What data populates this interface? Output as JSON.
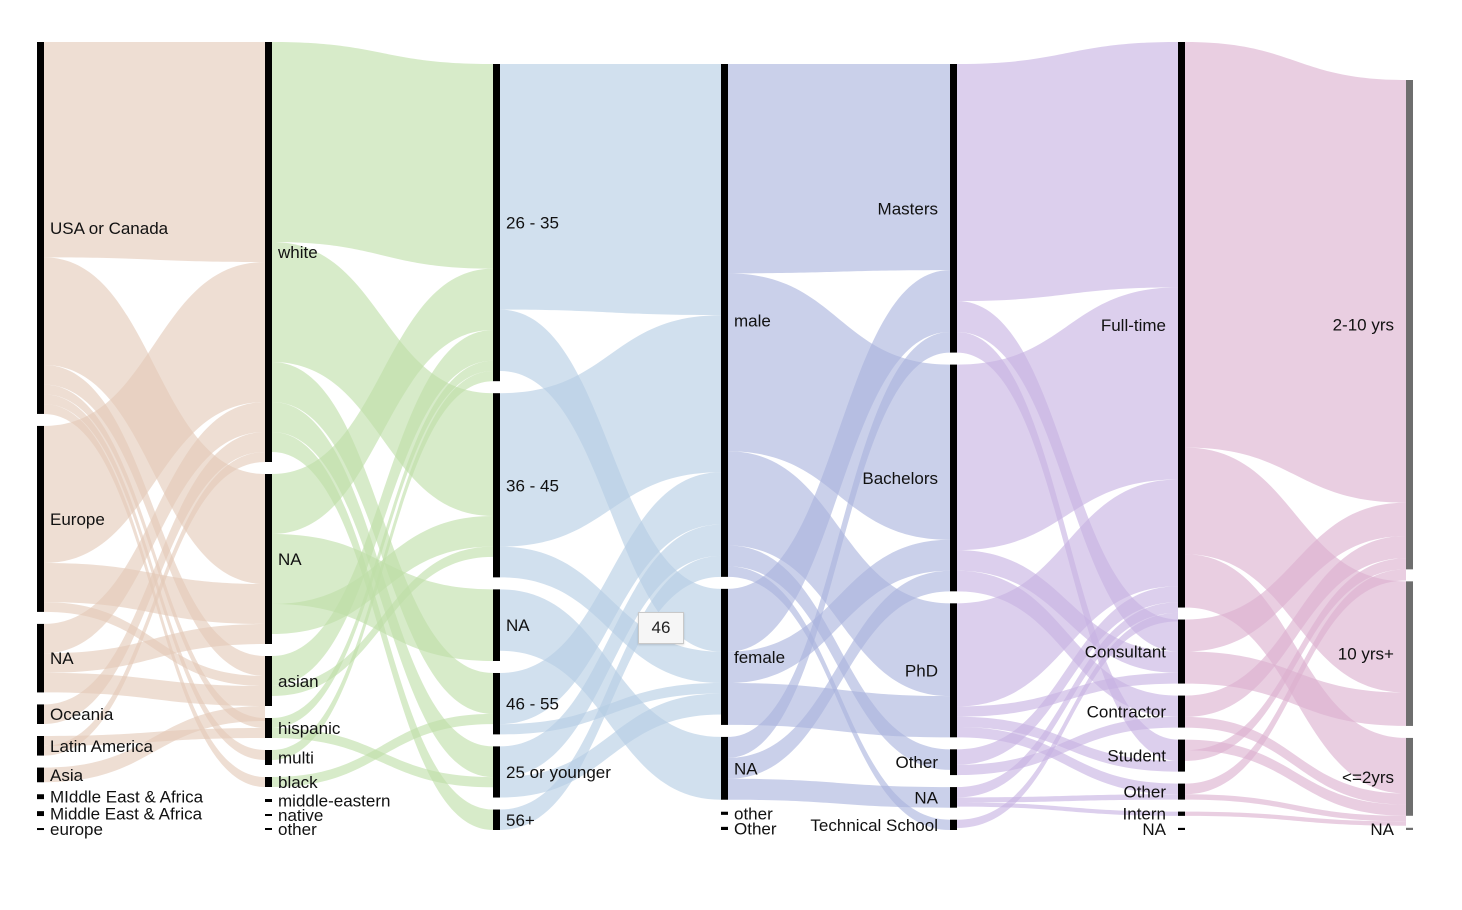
{
  "chart_data": {
    "type": "sankey",
    "title": "",
    "colors": {
      "region": "#e3c9b8",
      "ethnicity": "#bfdfa8",
      "age": "#b4cde3",
      "gender": "#aab3dd",
      "education": "#c6b2e2",
      "employment": "#dcb0cf",
      "experience_bar": "#6e6e6e",
      "node_bar": "#000000"
    },
    "columns": [
      {
        "key": "region",
        "nodes": [
          {
            "name": "USA or Canada",
            "value": 38
          },
          {
            "name": "Europe",
            "value": 19
          },
          {
            "name": "NA",
            "value": 7
          },
          {
            "name": "Oceania",
            "value": 2
          },
          {
            "name": "Latin America",
            "value": 2
          },
          {
            "name": "Asia",
            "value": 1.5
          },
          {
            "name": "MIddle East & Africa",
            "value": 0.5
          },
          {
            "name": "Middle East & Africa",
            "value": 0.5
          },
          {
            "name": "europe",
            "value": 0.2
          }
        ]
      },
      {
        "key": "ethnicity",
        "nodes": [
          {
            "name": "white",
            "value": 42
          },
          {
            "name": "NA",
            "value": 17
          },
          {
            "name": "asian",
            "value": 5
          },
          {
            "name": "hispanic",
            "value": 2
          },
          {
            "name": "multi",
            "value": 1.5
          },
          {
            "name": "black",
            "value": 1
          },
          {
            "name": "middle-eastern",
            "value": 0.3
          },
          {
            "name": "native",
            "value": 0.2
          },
          {
            "name": "other",
            "value": 0.2
          }
        ]
      },
      {
        "key": "age",
        "nodes": [
          {
            "name": "26 - 35",
            "value": 31
          },
          {
            "name": "36 - 45",
            "value": 18
          },
          {
            "name": "NA",
            "value": 7
          },
          {
            "name": "46 - 55",
            "value": 6
          },
          {
            "name": "25 or younger",
            "value": 5
          },
          {
            "name": "56+",
            "value": 2
          }
        ]
      },
      {
        "key": "gender",
        "nodes": [
          {
            "name": "male",
            "value": 49
          },
          {
            "name": "female",
            "value": 13
          },
          {
            "name": "NA",
            "value": 6
          },
          {
            "name": "other",
            "value": 0.3
          },
          {
            "name": "Other",
            "value": 0.3
          }
        ]
      },
      {
        "key": "education",
        "nodes": [
          {
            "name": "Masters",
            "value": 28
          },
          {
            "name": "Bachelors",
            "value": 22
          },
          {
            "name": "PhD",
            "value": 13
          },
          {
            "name": "Other",
            "value": 2.5
          },
          {
            "name": "NA",
            "value": 2
          },
          {
            "name": "Technical School",
            "value": 1
          }
        ]
      },
      {
        "key": "employment",
        "nodes": [
          {
            "name": "Full-time",
            "value": 53
          },
          {
            "name": "Consultant",
            "value": 6
          },
          {
            "name": "Contractor",
            "value": 3
          },
          {
            "name": "Student",
            "value": 3
          },
          {
            "name": "Other",
            "value": 1.5
          },
          {
            "name": "Intern",
            "value": 0.4
          },
          {
            "name": "NA",
            "value": 0.2
          }
        ]
      },
      {
        "key": "experience",
        "nodes": [
          {
            "name": "2-10 yrs",
            "value": 44
          },
          {
            "name": "10 yrs+",
            "value": 13
          },
          {
            "name": "<=2yrs",
            "value": 7
          },
          {
            "name": "NA",
            "value": 0.2
          }
        ]
      }
    ],
    "links": [
      {
        "col": 0,
        "from": "USA or Canada",
        "to": "white",
        "value": 22
      },
      {
        "col": 0,
        "from": "USA or Canada",
        "to": "NA",
        "value": 11
      },
      {
        "col": 0,
        "from": "USA or Canada",
        "to": "asian",
        "value": 2
      },
      {
        "col": 0,
        "from": "USA or Canada",
        "to": "hispanic",
        "value": 1
      },
      {
        "col": 0,
        "from": "USA or Canada",
        "to": "multi",
        "value": 1
      },
      {
        "col": 0,
        "from": "USA or Canada",
        "to": "black",
        "value": 1
      },
      {
        "col": 0,
        "from": "Europe",
        "to": "white",
        "value": 14
      },
      {
        "col": 0,
        "from": "Europe",
        "to": "NA",
        "value": 4
      },
      {
        "col": 0,
        "from": "Europe",
        "to": "asian",
        "value": 1
      },
      {
        "col": 0,
        "from": "NA",
        "to": "white",
        "value": 3
      },
      {
        "col": 0,
        "from": "NA",
        "to": "NA",
        "value": 2
      },
      {
        "col": 0,
        "from": "NA",
        "to": "asian",
        "value": 2
      },
      {
        "col": 0,
        "from": "Oceania",
        "to": "white",
        "value": 2
      },
      {
        "col": 0,
        "from": "Latin America",
        "to": "hispanic",
        "value": 1
      },
      {
        "col": 0,
        "from": "Latin America",
        "to": "white",
        "value": 1
      },
      {
        "col": 0,
        "from": "Asia",
        "to": "asian",
        "value": 1.5
      },
      {
        "col": 1,
        "from": "white",
        "to": "26 - 35",
        "value": 20
      },
      {
        "col": 1,
        "from": "white",
        "to": "36 - 45",
        "value": 12
      },
      {
        "col": 1,
        "from": "white",
        "to": "46 - 55",
        "value": 4
      },
      {
        "col": 1,
        "from": "white",
        "to": "25 or younger",
        "value": 3
      },
      {
        "col": 1,
        "from": "white",
        "to": "56+",
        "value": 2
      },
      {
        "col": 1,
        "from": "NA",
        "to": "26 - 35",
        "value": 6
      },
      {
        "col": 1,
        "from": "NA",
        "to": "NA",
        "value": 7
      },
      {
        "col": 1,
        "from": "NA",
        "to": "36 - 45",
        "value": 3
      },
      {
        "col": 1,
        "from": "asian",
        "to": "26 - 35",
        "value": 3
      },
      {
        "col": 1,
        "from": "asian",
        "to": "36 - 45",
        "value": 1
      },
      {
        "col": 1,
        "from": "hispanic",
        "to": "26 - 35",
        "value": 1
      },
      {
        "col": 1,
        "from": "hispanic",
        "to": "25 or younger",
        "value": 1
      },
      {
        "col": 1,
        "from": "multi",
        "to": "26 - 35",
        "value": 1
      },
      {
        "col": 1,
        "from": "black",
        "to": "46 - 55",
        "value": 1
      },
      {
        "col": 2,
        "from": "26 - 35",
        "to": "male",
        "value": 24
      },
      {
        "col": 2,
        "from": "26 - 35",
        "to": "female",
        "value": 6
      },
      {
        "col": 2,
        "from": "36 - 45",
        "to": "male",
        "value": 15
      },
      {
        "col": 2,
        "from": "36 - 45",
        "to": "female",
        "value": 3
      },
      {
        "col": 2,
        "from": "NA",
        "to": "NA",
        "value": 6
      },
      {
        "col": 2,
        "from": "46 - 55",
        "to": "male",
        "value": 5
      },
      {
        "col": 2,
        "from": "46 - 55",
        "to": "female",
        "value": 1
      },
      {
        "col": 2,
        "from": "25 or younger",
        "to": "male",
        "value": 3
      },
      {
        "col": 2,
        "from": "25 or younger",
        "to": "female",
        "value": 2
      },
      {
        "col": 2,
        "from": "56+",
        "to": "male",
        "value": 2
      },
      {
        "col": 3,
        "from": "male",
        "to": "Masters",
        "value": 20
      },
      {
        "col": 3,
        "from": "male",
        "to": "Bachelors",
        "value": 17
      },
      {
        "col": 3,
        "from": "male",
        "to": "PhD",
        "value": 9
      },
      {
        "col": 3,
        "from": "male",
        "to": "Other",
        "value": 2
      },
      {
        "col": 3,
        "from": "male",
        "to": "Technical School",
        "value": 1
      },
      {
        "col": 3,
        "from": "female",
        "to": "Masters",
        "value": 6
      },
      {
        "col": 3,
        "from": "female",
        "to": "Bachelors",
        "value": 3
      },
      {
        "col": 3,
        "from": "female",
        "to": "PhD",
        "value": 4
      },
      {
        "col": 3,
        "from": "NA",
        "to": "Masters",
        "value": 2
      },
      {
        "col": 3,
        "from": "NA",
        "to": "Bachelors",
        "value": 2
      },
      {
        "col": 3,
        "from": "NA",
        "to": "NA",
        "value": 2
      },
      {
        "col": 4,
        "from": "Masters",
        "to": "Full-time",
        "value": 23
      },
      {
        "col": 4,
        "from": "Masters",
        "to": "Consultant",
        "value": 3
      },
      {
        "col": 4,
        "from": "Masters",
        "to": "Student",
        "value": 2
      },
      {
        "col": 4,
        "from": "Bachelors",
        "to": "Full-time",
        "value": 18
      },
      {
        "col": 4,
        "from": "Bachelors",
        "to": "Consultant",
        "value": 2
      },
      {
        "col": 4,
        "from": "Bachelors",
        "to": "Contractor",
        "value": 2
      },
      {
        "col": 4,
        "from": "PhD",
        "to": "Full-time",
        "value": 10
      },
      {
        "col": 4,
        "from": "PhD",
        "to": "Consultant",
        "value": 1
      },
      {
        "col": 4,
        "from": "PhD",
        "to": "Student",
        "value": 1
      },
      {
        "col": 4,
        "from": "PhD",
        "to": "Other",
        "value": 1
      },
      {
        "col": 4,
        "from": "Other",
        "to": "Full-time",
        "value": 1.5
      },
      {
        "col": 4,
        "from": "Other",
        "to": "Contractor",
        "value": 1
      },
      {
        "col": 4,
        "from": "NA",
        "to": "Full-time",
        "value": 1
      },
      {
        "col": 4,
        "from": "NA",
        "to": "Other",
        "value": 0.5
      },
      {
        "col": 4,
        "from": "NA",
        "to": "Intern",
        "value": 0.4
      },
      {
        "col": 4,
        "from": "Technical School",
        "to": "Full-time",
        "value": 0.8
      },
      {
        "col": 5,
        "from": "Full-time",
        "to": "2-10 yrs",
        "value": 38
      },
      {
        "col": 5,
        "from": "Full-time",
        "to": "10 yrs+",
        "value": 10
      },
      {
        "col": 5,
        "from": "Full-time",
        "to": "<=2yrs",
        "value": 5
      },
      {
        "col": 5,
        "from": "Consultant",
        "to": "2-10 yrs",
        "value": 3
      },
      {
        "col": 5,
        "from": "Consultant",
        "to": "10 yrs+",
        "value": 3
      },
      {
        "col": 5,
        "from": "Contractor",
        "to": "2-10 yrs",
        "value": 2
      },
      {
        "col": 5,
        "from": "Contractor",
        "to": "<=2yrs",
        "value": 1
      },
      {
        "col": 5,
        "from": "Student",
        "to": "<=2yrs",
        "value": 1
      },
      {
        "col": 5,
        "from": "Student",
        "to": "2-10 yrs",
        "value": 1
      },
      {
        "col": 5,
        "from": "Other",
        "to": "2-10 yrs",
        "value": 1
      },
      {
        "col": 5,
        "from": "Other",
        "to": "<=2yrs",
        "value": 0.5
      },
      {
        "col": 5,
        "from": "Intern",
        "to": "<=2yrs",
        "value": 0.4
      }
    ],
    "hover_tooltip": "46"
  }
}
